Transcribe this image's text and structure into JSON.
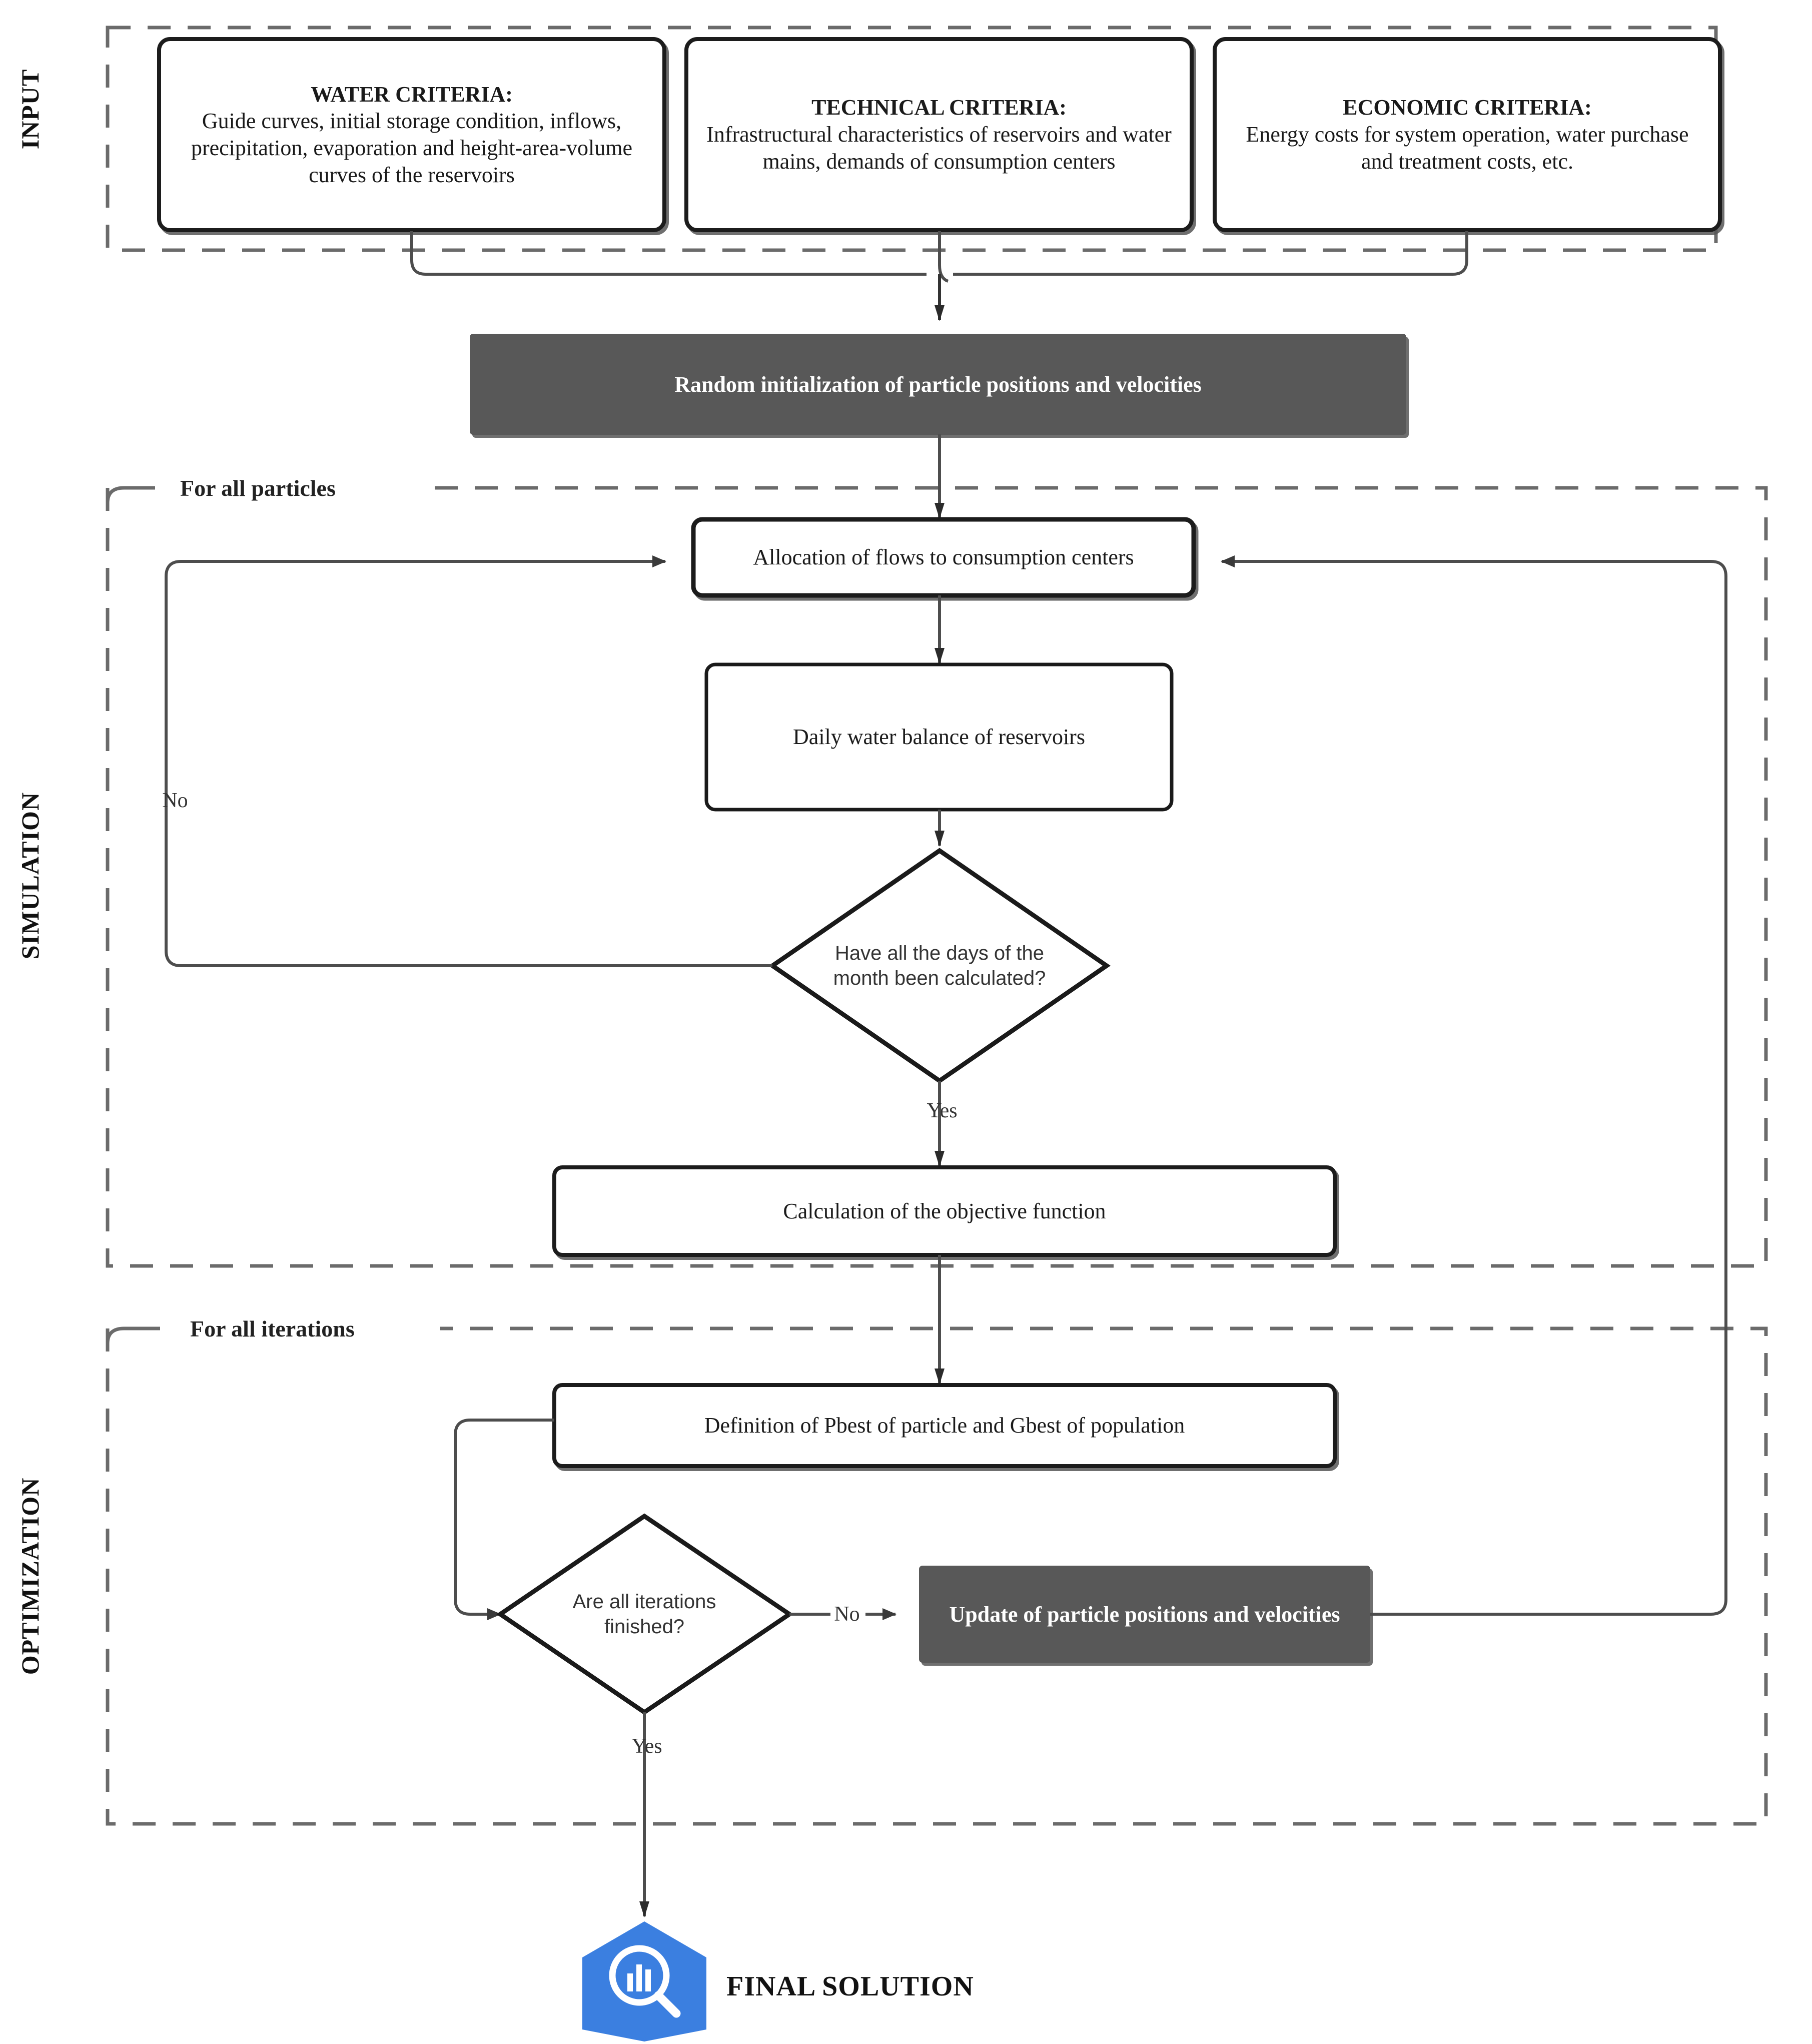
{
  "diagram": {
    "title": "PSO water resources optimization flowchart",
    "colors": {
      "dark_box_fill": "#595959",
      "dark_box_text": "#ffffff",
      "box_stroke": "#1a1a1a",
      "frame_dash": "#6b6b6b",
      "arrow": "#4d4d4d",
      "final_icon": "#3b7fe0",
      "background": "#ffffff"
    },
    "sections": [
      {
        "id": "input",
        "label": "INPUT"
      },
      {
        "id": "simulation",
        "label": "SIMULATION"
      },
      {
        "id": "optimization",
        "label": "OPTIMIZATION"
      }
    ],
    "frame_labels": {
      "particles": "For all particles",
      "iterations": "For all iterations"
    },
    "input_boxes": [
      {
        "id": "water",
        "title": "WATER CRITERIA:",
        "body": "Guide curves, initial storage condition, inflows, precipitation, evaporation and height-area-volume curves of the reservoirs"
      },
      {
        "id": "technical",
        "title": "TECHNICAL CRITERIA:",
        "body": "Infrastructural characteristics of reservoirs and water mains, demands of consumption centers"
      },
      {
        "id": "economic",
        "title": "ECONOMIC CRITERIA:",
        "body": "Energy costs for system operation, water purchase and treatment costs, etc."
      }
    ],
    "process_nodes": [
      {
        "id": "init",
        "label": "Random initialization of particle positions and velocities",
        "style": "dark"
      },
      {
        "id": "allocation",
        "label": "Allocation of flows to consumption centers",
        "style": "light"
      },
      {
        "id": "balance",
        "label": "Daily water balance of reservoirs",
        "style": "light"
      },
      {
        "id": "objective",
        "label": "Calculation of the objective function",
        "style": "light"
      },
      {
        "id": "pbest",
        "label": "Definition of Pbest of particle and Gbest of population",
        "style": "light"
      },
      {
        "id": "update",
        "label": "Update of particle positions and velocities",
        "style": "dark"
      }
    ],
    "decision_nodes": [
      {
        "id": "days",
        "label": "Have all the days of the month been calculated?"
      },
      {
        "id": "iterations",
        "label": "Are all iterations finished?"
      }
    ],
    "edge_labels": {
      "days_no": "No",
      "days_yes": "Yes",
      "iterations_no": "No",
      "iterations_yes": "Yes"
    },
    "terminal": {
      "label": "FINAL SOLUTION",
      "icon": "magnifier-chart-hexagon-icon"
    }
  }
}
